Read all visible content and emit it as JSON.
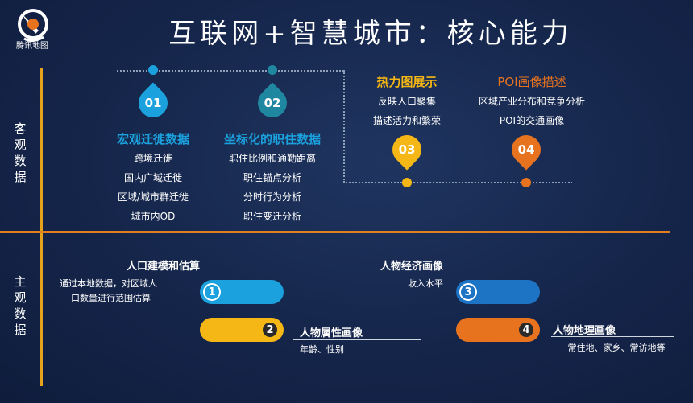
{
  "logo_text": "腾讯地图",
  "title": "互联网+智慧城市：核心能力",
  "side_labels": {
    "objective": "客观数据",
    "subjective": "主观数据"
  },
  "colors": {
    "blue": "#1ba1dd",
    "teal": "#1f87a0",
    "yellow": "#f5b715",
    "orange": "#e8731e",
    "axis": "#e37e1e"
  },
  "objective": [
    {
      "num": "01",
      "title": "宏观迁徙数据",
      "lines": [
        "跨境迁徙",
        "国内广域迁徙",
        "区域/城市群迁徙",
        "城市内OD"
      ]
    },
    {
      "num": "02",
      "title": "坐标化的职住数据",
      "lines": [
        "职住比例和通勤距离",
        "职住锚点分析",
        "分时行为分析",
        "职住变迁分析"
      ]
    },
    {
      "num": "03",
      "title": "热力图展示",
      "lines": [
        "反映人口聚集",
        "描述活力和繁荣"
      ]
    },
    {
      "num": "04",
      "title": "POI画像描述",
      "lines": [
        "区域产业分布和竞争分析",
        "POI的交通画像"
      ]
    }
  ],
  "subjective": [
    {
      "num": "1",
      "title": "人口建模和估算",
      "desc": [
        "通过本地数据，对区域人",
        "口数量进行范围估算"
      ]
    },
    {
      "num": "2",
      "title": "人物属性画像",
      "desc": [
        "年龄、性别"
      ]
    },
    {
      "num": "3",
      "title": "人物经济画像",
      "desc": [
        "收入水平"
      ]
    },
    {
      "num": "4",
      "title": "人物地理画像",
      "desc": [
        "常住地、家乡、常访地等"
      ]
    }
  ]
}
